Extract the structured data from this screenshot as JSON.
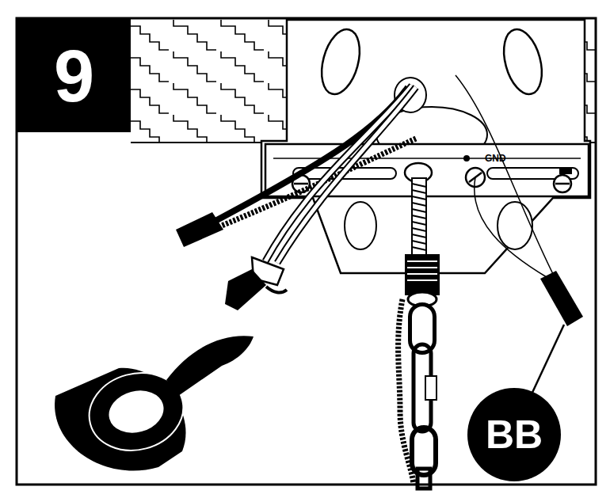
{
  "diagram": {
    "nodes": [
      {
        "text": [
          "9"
        ]
      },
      {
        "text": [
          "BB"
        ]
      }
    ],
    "labels": [
      "GND"
    ]
  }
}
